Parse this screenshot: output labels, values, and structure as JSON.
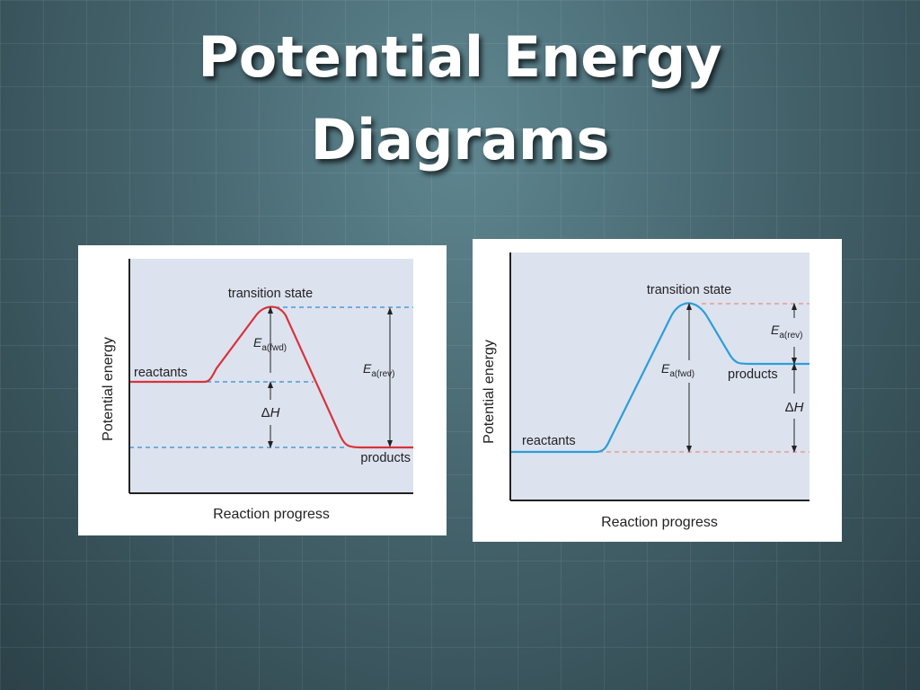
{
  "slide": {
    "title_line1": "Potential Energy",
    "title_line2": "Diagrams"
  },
  "diagrams": [
    {
      "curve_color": "#d8333a",
      "guide_color": "#2a8fd0",
      "transition_state": "transition state",
      "reactants": "reactants",
      "products": "products",
      "x_axis": "Reaction progress",
      "y_axis": "Potential energy",
      "ea_symbol": "E",
      "ea_fwd_sub": "a(fwd)",
      "ea_rev_sub": "a(rev)",
      "dh_delta": "Δ",
      "dh_symbol": "H"
    },
    {
      "curve_color": "#2a9fd8",
      "guide_color": "#e8907a",
      "transition_state": "transition state",
      "reactants": "reactants",
      "products": "products",
      "x_axis": "Reaction progress",
      "y_axis": "Potential energy",
      "ea_symbol": "E",
      "ea_fwd_sub": "a(fwd)",
      "ea_rev_sub": "a(rev)",
      "dh_delta": "Δ",
      "dh_symbol": "H"
    }
  ],
  "colors": {
    "plot_background": "#dde2ef",
    "axis": "#222222"
  }
}
